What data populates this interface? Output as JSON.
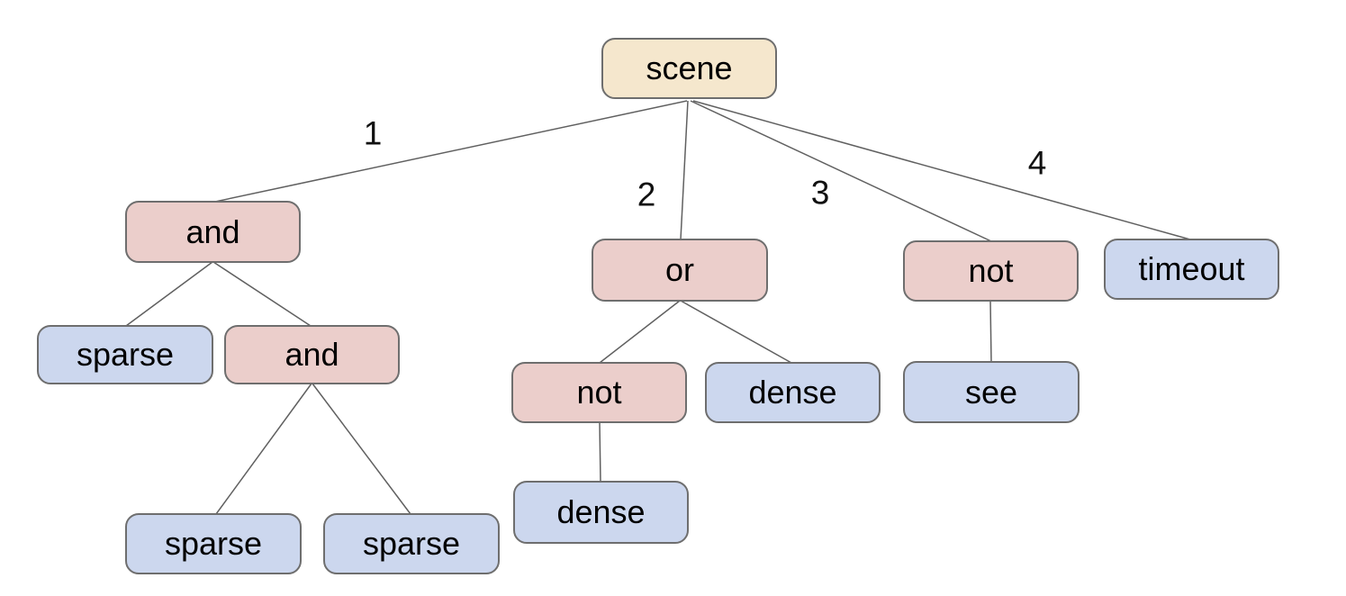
{
  "diagram": {
    "type": "tree",
    "background": "#ffffff"
  },
  "palette": {
    "root": "#f5e7cd",
    "operator": "#ebcecb",
    "leaf": "#ccd7ee",
    "node_border": "#6e6e6e",
    "edge_line": "#606060",
    "text": "#000000"
  },
  "nodes": [
    {
      "id": "scene",
      "label": "scene",
      "type": "root"
    },
    {
      "id": "and-1",
      "label": "and",
      "type": "operator"
    },
    {
      "id": "or-1",
      "label": "or",
      "type": "operator"
    },
    {
      "id": "not-1",
      "label": "not",
      "type": "operator"
    },
    {
      "id": "timeout",
      "label": "timeout",
      "type": "leaf"
    },
    {
      "id": "sparse-1",
      "label": "sparse",
      "type": "leaf"
    },
    {
      "id": "and-2",
      "label": "and",
      "type": "operator"
    },
    {
      "id": "not-2",
      "label": "not",
      "type": "operator"
    },
    {
      "id": "dense-1",
      "label": "dense",
      "type": "leaf"
    },
    {
      "id": "see",
      "label": "see",
      "type": "leaf"
    },
    {
      "id": "sparse-2",
      "label": "sparse",
      "type": "leaf"
    },
    {
      "id": "sparse-3",
      "label": "sparse",
      "type": "leaf"
    },
    {
      "id": "dense-2",
      "label": "dense",
      "type": "leaf"
    }
  ],
  "edges": [
    {
      "from": "scene",
      "to": "and-1",
      "label": "1"
    },
    {
      "from": "scene",
      "to": "or-1",
      "label": "2"
    },
    {
      "from": "scene",
      "to": "not-1",
      "label": "3"
    },
    {
      "from": "scene",
      "to": "timeout",
      "label": "4"
    },
    {
      "from": "and-1",
      "to": "sparse-1",
      "label": ""
    },
    {
      "from": "and-1",
      "to": "and-2",
      "label": ""
    },
    {
      "from": "and-2",
      "to": "sparse-2",
      "label": ""
    },
    {
      "from": "and-2",
      "to": "sparse-3",
      "label": ""
    },
    {
      "from": "or-1",
      "to": "not-2",
      "label": ""
    },
    {
      "from": "or-1",
      "to": "dense-1",
      "label": ""
    },
    {
      "from": "not-2",
      "to": "dense-2",
      "label": ""
    },
    {
      "from": "not-1",
      "to": "see",
      "label": ""
    }
  ]
}
